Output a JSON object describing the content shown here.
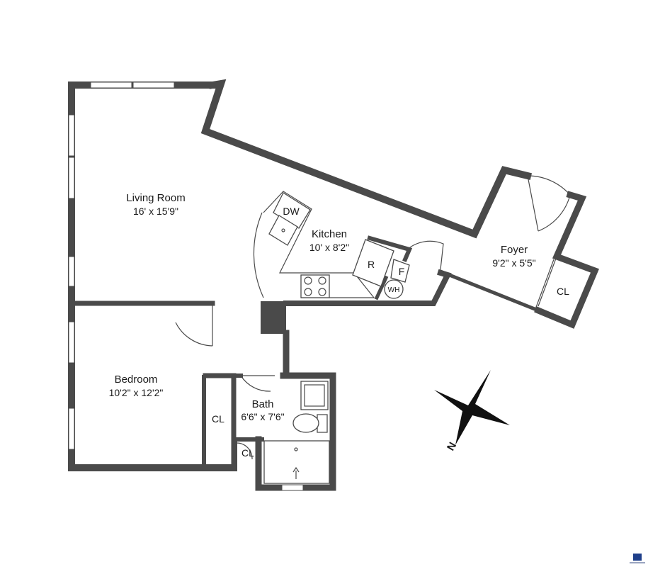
{
  "rooms": {
    "living": {
      "name": "Living Room",
      "dims": "16' x 15'9\""
    },
    "kitchen": {
      "name": "Kitchen",
      "dims": "10' x 8'2\""
    },
    "foyer": {
      "name": "Foyer",
      "dims": "9'2\" x 5'5\""
    },
    "bedroom": {
      "name": "Bedroom",
      "dims": "10'2\" x 12'2\""
    },
    "bath": {
      "name": "Bath",
      "dims": "6'6\" x 7'6\""
    }
  },
  "fixtures": {
    "dishwasher": "DW",
    "refrigerator": "R",
    "freezer": "F",
    "water_heater": "WH",
    "closet_foyer": "CL",
    "closet_bedroom": "CL",
    "closet_bath": "CL"
  },
  "compass": {
    "label": "N"
  },
  "colors": {
    "wall": "#4a4a4a",
    "logo": "#1f3f8a"
  }
}
